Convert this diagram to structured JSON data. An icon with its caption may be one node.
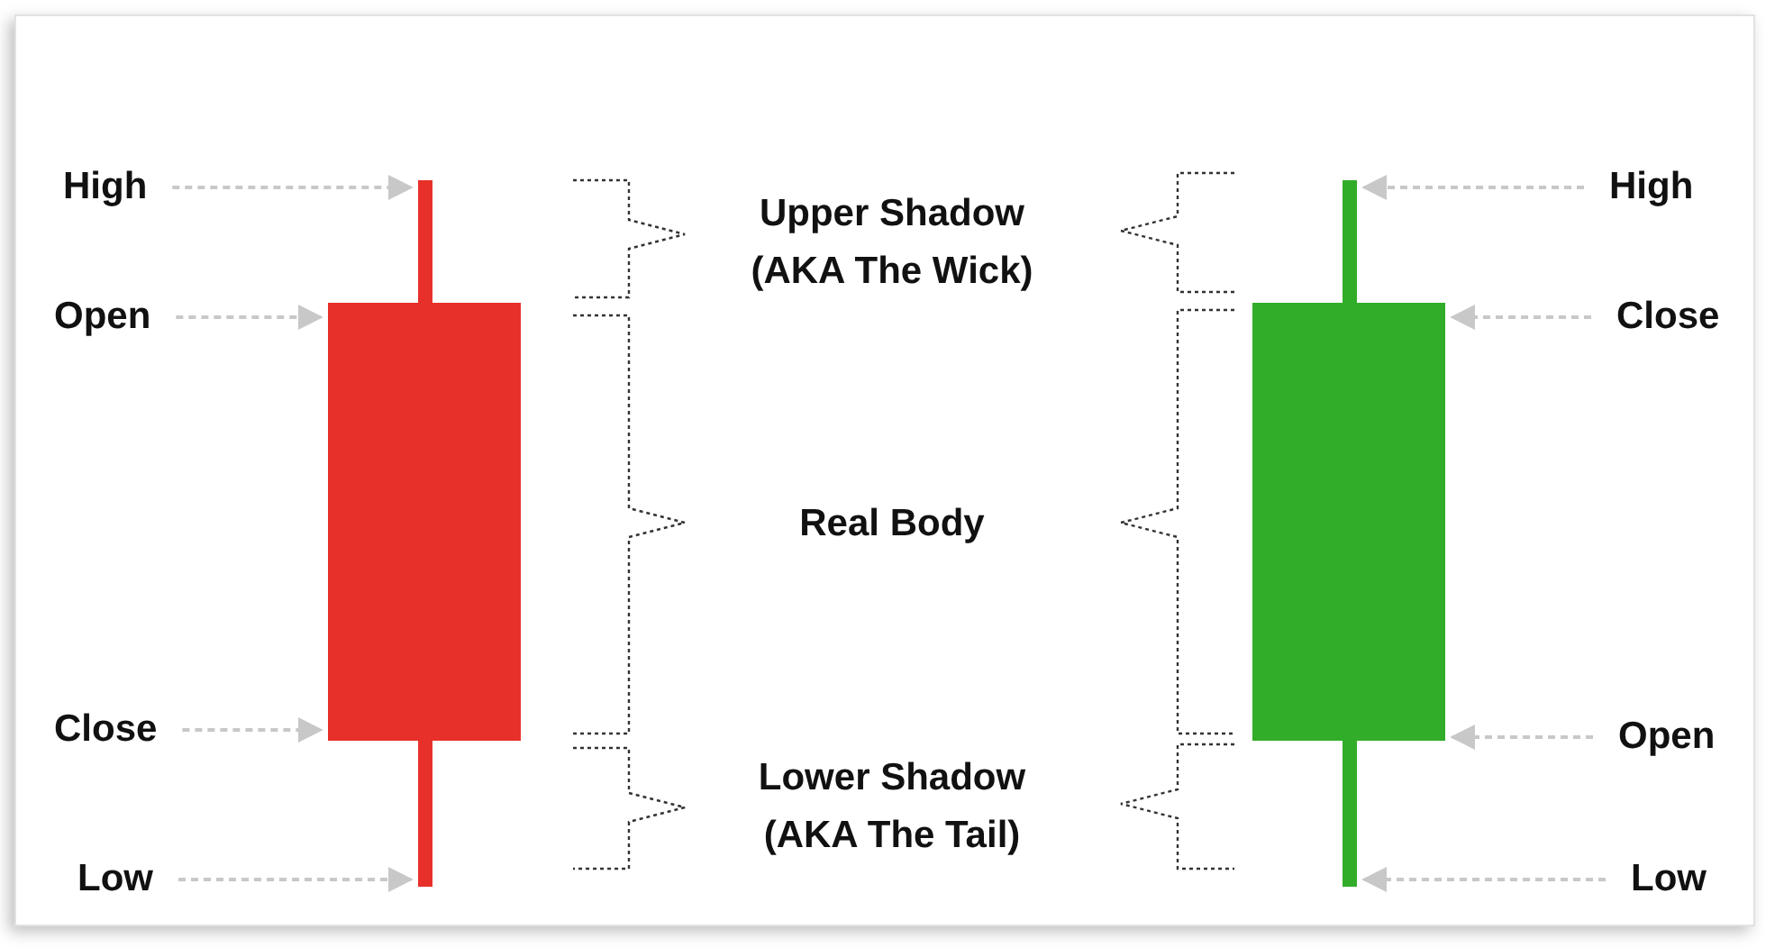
{
  "diagram": {
    "nodes": [
      {
        "text": [
          "High"
        ]
      },
      {
        "text": [
          "Open"
        ]
      },
      {
        "text": [
          "Close"
        ]
      },
      {
        "text": [
          "Low"
        ]
      },
      {
        "text": [],
        "shape": "bar"
      },
      {
        "text": [],
        "shape": "box"
      },
      {
        "text": [],
        "shape": "bar"
      },
      {
        "text": [],
        "shape": "bar"
      },
      {
        "text": [],
        "shape": "box"
      },
      {
        "text": [],
        "shape": "bar"
      },
      {
        "text": [
          "High"
        ]
      },
      {
        "text": [
          "Close"
        ]
      },
      {
        "text": [
          "Open"
        ]
      },
      {
        "text": [
          "Low"
        ]
      }
    ],
    "edges": [
      {
        "from": 0,
        "to": 4,
        "arrow": "to",
        "style": "dashed"
      },
      {
        "from": 1,
        "to": 5,
        "arrow": "to",
        "style": "dashed"
      },
      {
        "from": 2,
        "to": 5,
        "arrow": "to",
        "style": "dashed"
      },
      {
        "from": 3,
        "to": 6,
        "arrow": "to",
        "style": "dashed"
      },
      {
        "from": 10,
        "to": 7,
        "arrow": "to",
        "style": "dashed"
      },
      {
        "from": 11,
        "to": 8,
        "arrow": "to",
        "style": "dashed"
      },
      {
        "from": 12,
        "to": 8,
        "arrow": "to",
        "style": "dashed"
      },
      {
        "from": 13,
        "to": 9,
        "arrow": "to",
        "style": "dashed"
      }
    ],
    "labels": [
      "Upper Shadow (AKA The Wick)",
      "Real Body",
      "Lower Shadow (AKA The Tail)"
    ]
  }
}
